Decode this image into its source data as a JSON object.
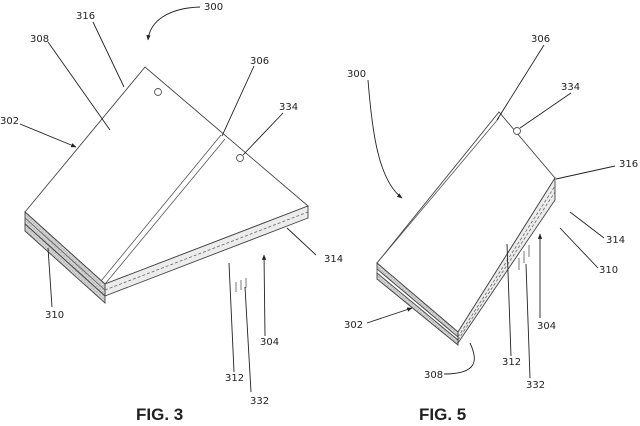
{
  "fig3": {
    "caption": "FIG. 3",
    "labels": {
      "l300": "300",
      "l316": "316",
      "l308": "308",
      "l306": "306",
      "l302": "302",
      "l334": "334",
      "l314": "314",
      "l310": "310",
      "l304": "304",
      "l312": "312",
      "l332": "332"
    }
  },
  "fig5": {
    "caption": "FIG. 5",
    "labels": {
      "l306": "306",
      "l300": "300",
      "l334": "334",
      "l316": "316",
      "l314": "314",
      "l310": "310",
      "l302": "302",
      "l304": "304",
      "l312": "312",
      "l308": "308",
      "l332": "332"
    }
  }
}
